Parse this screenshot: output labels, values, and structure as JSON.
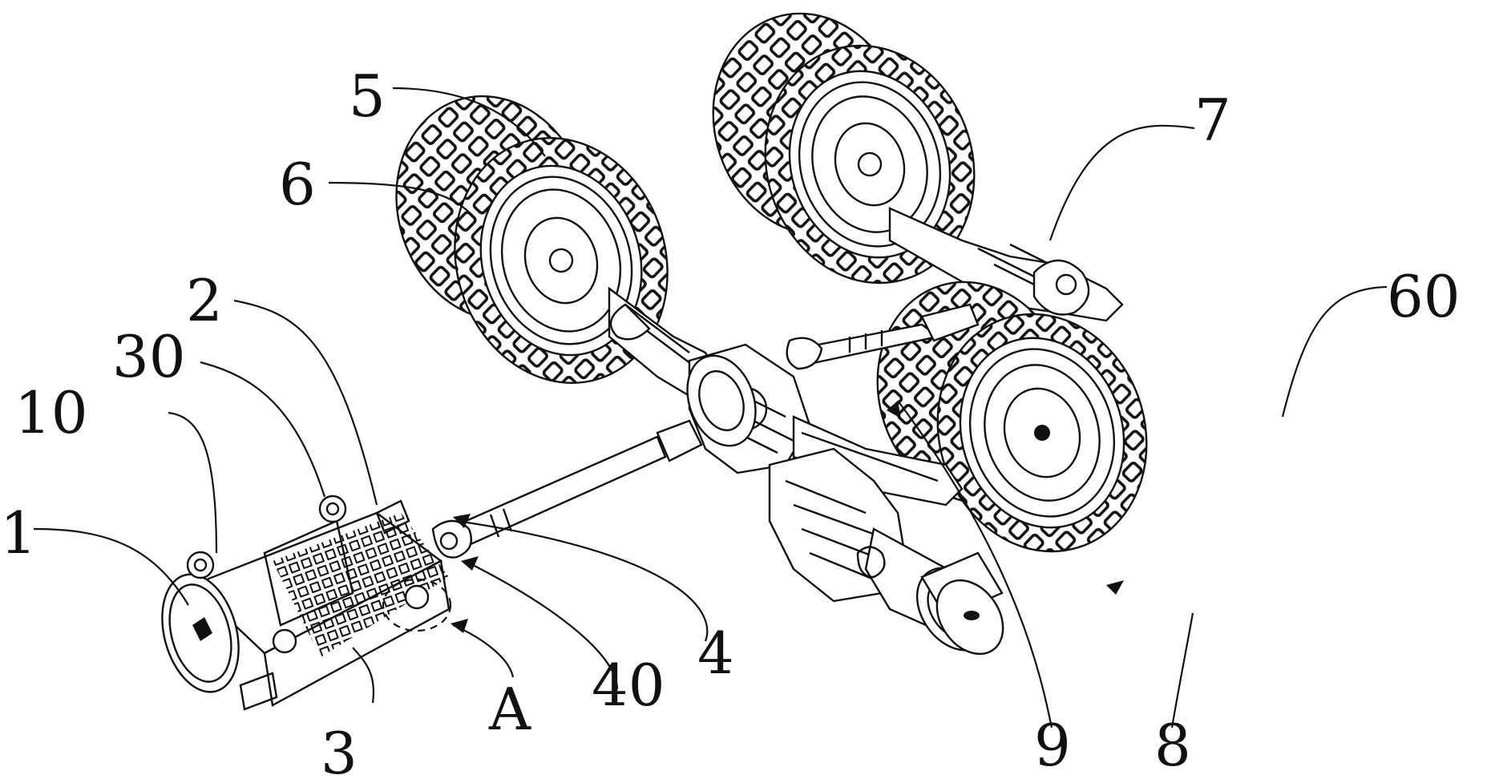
{
  "colors": {
    "ink": "#111111",
    "paper": "#ffffff"
  },
  "labels": {
    "n1": "1",
    "n2": "2",
    "n3": "3",
    "n4": "4",
    "n5": "5",
    "n6": "6",
    "n7": "7",
    "n8": "8",
    "n9": "9",
    "n10": "10",
    "n30": "30",
    "n40": "40",
    "n60": "60",
    "nA": "A"
  }
}
